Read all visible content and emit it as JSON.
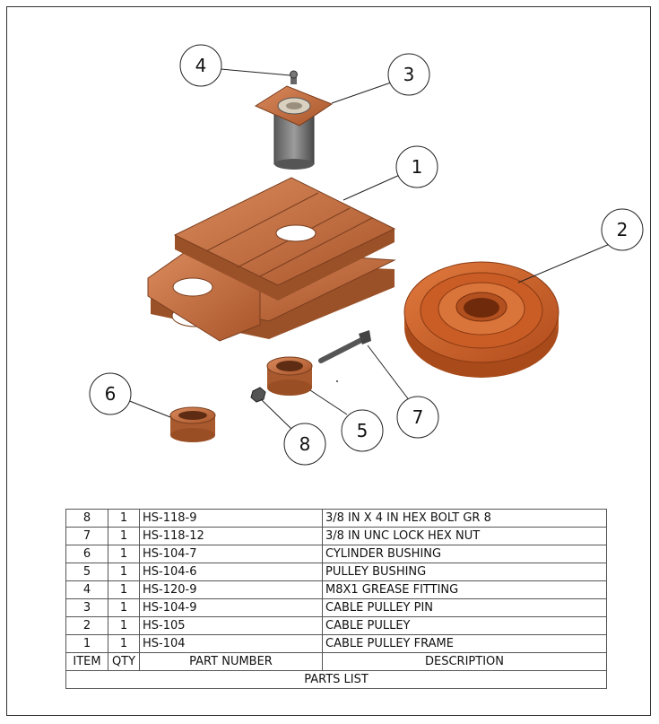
{
  "balloons": [
    "1",
    "2",
    "3",
    "4",
    "5",
    "6",
    "7",
    "8"
  ],
  "parts_list": {
    "rows": [
      {
        "item": "8",
        "qty": "1",
        "part_number": "HS-118-9",
        "description": "3/8 IN X 4 IN HEX BOLT GR 8"
      },
      {
        "item": "7",
        "qty": "1",
        "part_number": "HS-118-12",
        "description": "3/8 IN UNC LOCK HEX NUT"
      },
      {
        "item": "6",
        "qty": "1",
        "part_number": "HS-104-7",
        "description": "CYLINDER BUSHING"
      },
      {
        "item": "5",
        "qty": "1",
        "part_number": "HS-104-6",
        "description": "PULLEY BUSHING"
      },
      {
        "item": "4",
        "qty": "1",
        "part_number": "HS-120-9",
        "description": "M8X1 GREASE FITTING"
      },
      {
        "item": "3",
        "qty": "1",
        "part_number": "HS-104-9",
        "description": "CABLE PULLEY PIN"
      },
      {
        "item": "2",
        "qty": "1",
        "part_number": "HS-105",
        "description": "CABLE PULLEY"
      },
      {
        "item": "1",
        "qty": "1",
        "part_number": "HS-104",
        "description": "CABLE PULLEY FRAME"
      }
    ],
    "headers": {
      "item": "ITEM",
      "qty": "QTY",
      "part_number": "PART NUMBER",
      "description": "DESCRIPTION"
    },
    "title": "PARTS LIST"
  },
  "colors": {
    "copper": "#c46a3a",
    "copper_dark": "#8f4a26",
    "pulley": "#d4652a",
    "pin_gray": "#8a8a8a"
  }
}
